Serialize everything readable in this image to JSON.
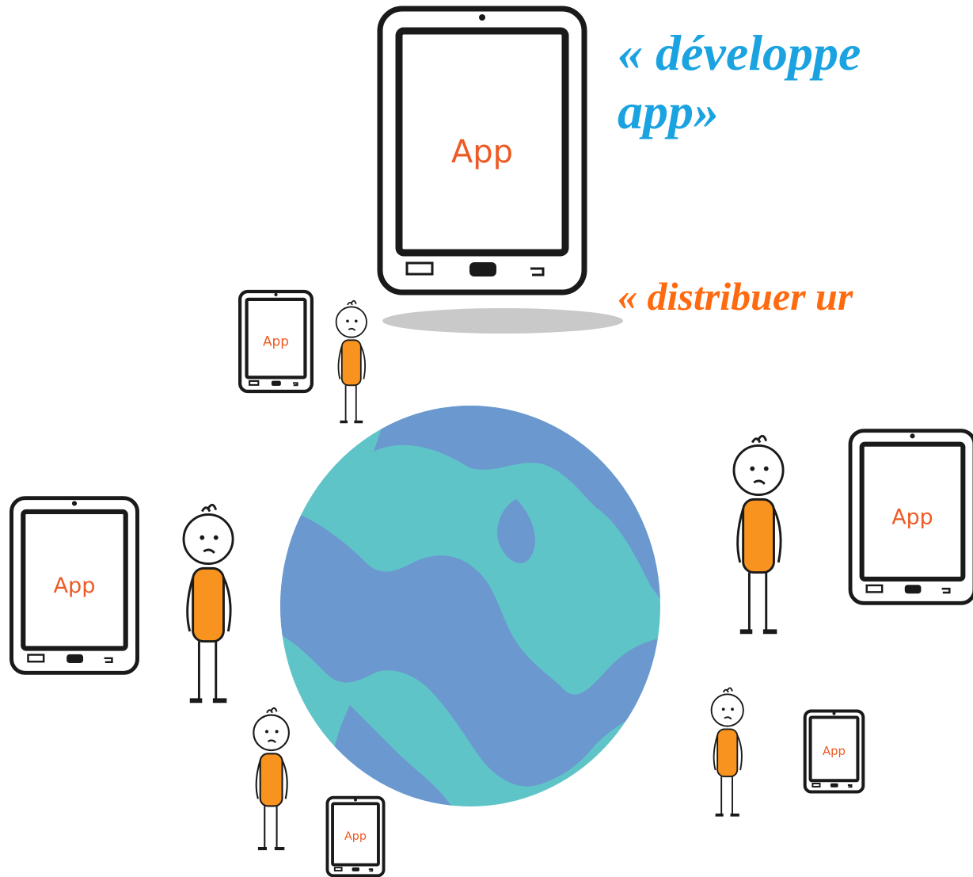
{
  "captions": {
    "develop_line1": "« développe",
    "develop_line2": "app»",
    "distribute": "« distribuer ur"
  },
  "tablet_label": "App",
  "colors": {
    "caption_blue": "#1aa3e0",
    "caption_orange": "#ff6a10",
    "app_label": "#ee5a24",
    "person_shirt": "#f7931e",
    "ocean": "#5fc4c8",
    "land": "#6b98cf",
    "outline": "#1a1a1a"
  },
  "icons": [
    "tablet-icon",
    "person-icon",
    "globe-icon",
    "shadow"
  ]
}
